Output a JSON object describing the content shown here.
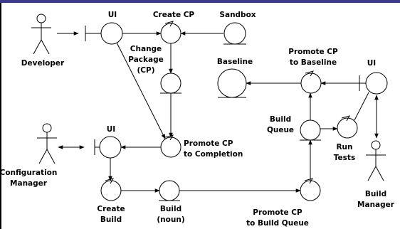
{
  "colors": {
    "top_bar": "#3a3a8c",
    "ink": "#000000",
    "background": "#ffffff"
  },
  "actors": {
    "developer": "Developer",
    "config_manager_1": "Configuration",
    "config_manager_2": "Manager",
    "build_manager_1": "Build",
    "build_manager_2": "Manager"
  },
  "boundaries": {
    "ui_developer": "UI",
    "ui_config": "UI",
    "ui_build": "UI"
  },
  "controls": {
    "create_cp": "Create CP",
    "promote_completion_1": "Promote CP",
    "promote_completion_2": "to Completion",
    "promote_baseline_1": "Promote CP",
    "promote_baseline_2": "to Baseline",
    "run_tests_1": "Run",
    "run_tests_2": "Tests",
    "create_build_1": "Create",
    "create_build_2": "Build",
    "promote_build_queue_1": "Promote CP",
    "promote_build_queue_2": "to Build Queue"
  },
  "entities": {
    "sandbox": "Sandbox",
    "change_package_1": "Change",
    "change_package_2": "Package",
    "change_package_3": "(CP)",
    "baseline": "Baseline",
    "build_queue_1": "Build",
    "build_queue_2": "Queue",
    "build_noun_1": "Build",
    "build_noun_2": "(noun)"
  }
}
